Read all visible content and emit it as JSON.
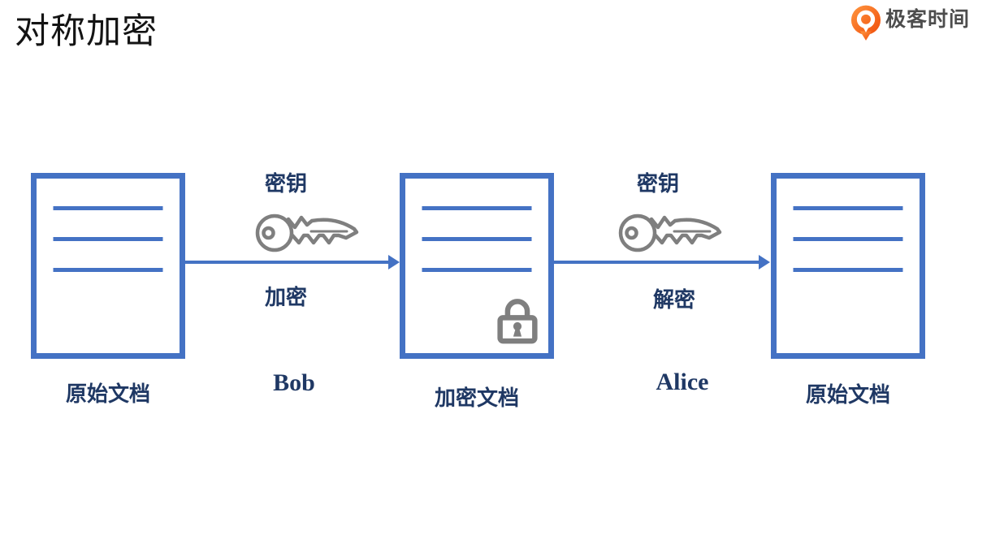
{
  "title": "对称加密",
  "brand": {
    "name": "极客时间",
    "icon": "geektime-logo-icon"
  },
  "colors": {
    "primary_blue": "#4472C4",
    "label_navy": "#1F3864",
    "icon_gray": "#7F7F7F",
    "brand_orange": "#F6591C",
    "brand_text_gray": "#4D4D4D",
    "title_black": "#141414"
  },
  "diagram": {
    "documents": [
      {
        "label": "原始文档",
        "content_lines": 3,
        "locked": false
      },
      {
        "label": "加密文档",
        "content_lines": 3,
        "locked": true
      },
      {
        "label": "原始文档",
        "content_lines": 3,
        "locked": false
      }
    ],
    "steps": [
      {
        "key_label": "密钥",
        "key_icon": "key-icon",
        "action_label": "加密",
        "actor": "Bob",
        "arrow": "left-to-right"
      },
      {
        "key_label": "密钥",
        "key_icon": "key-icon",
        "action_label": "解密",
        "actor": "Alice",
        "arrow": "left-to-right"
      }
    ],
    "lock_icon": "lock-icon"
  }
}
